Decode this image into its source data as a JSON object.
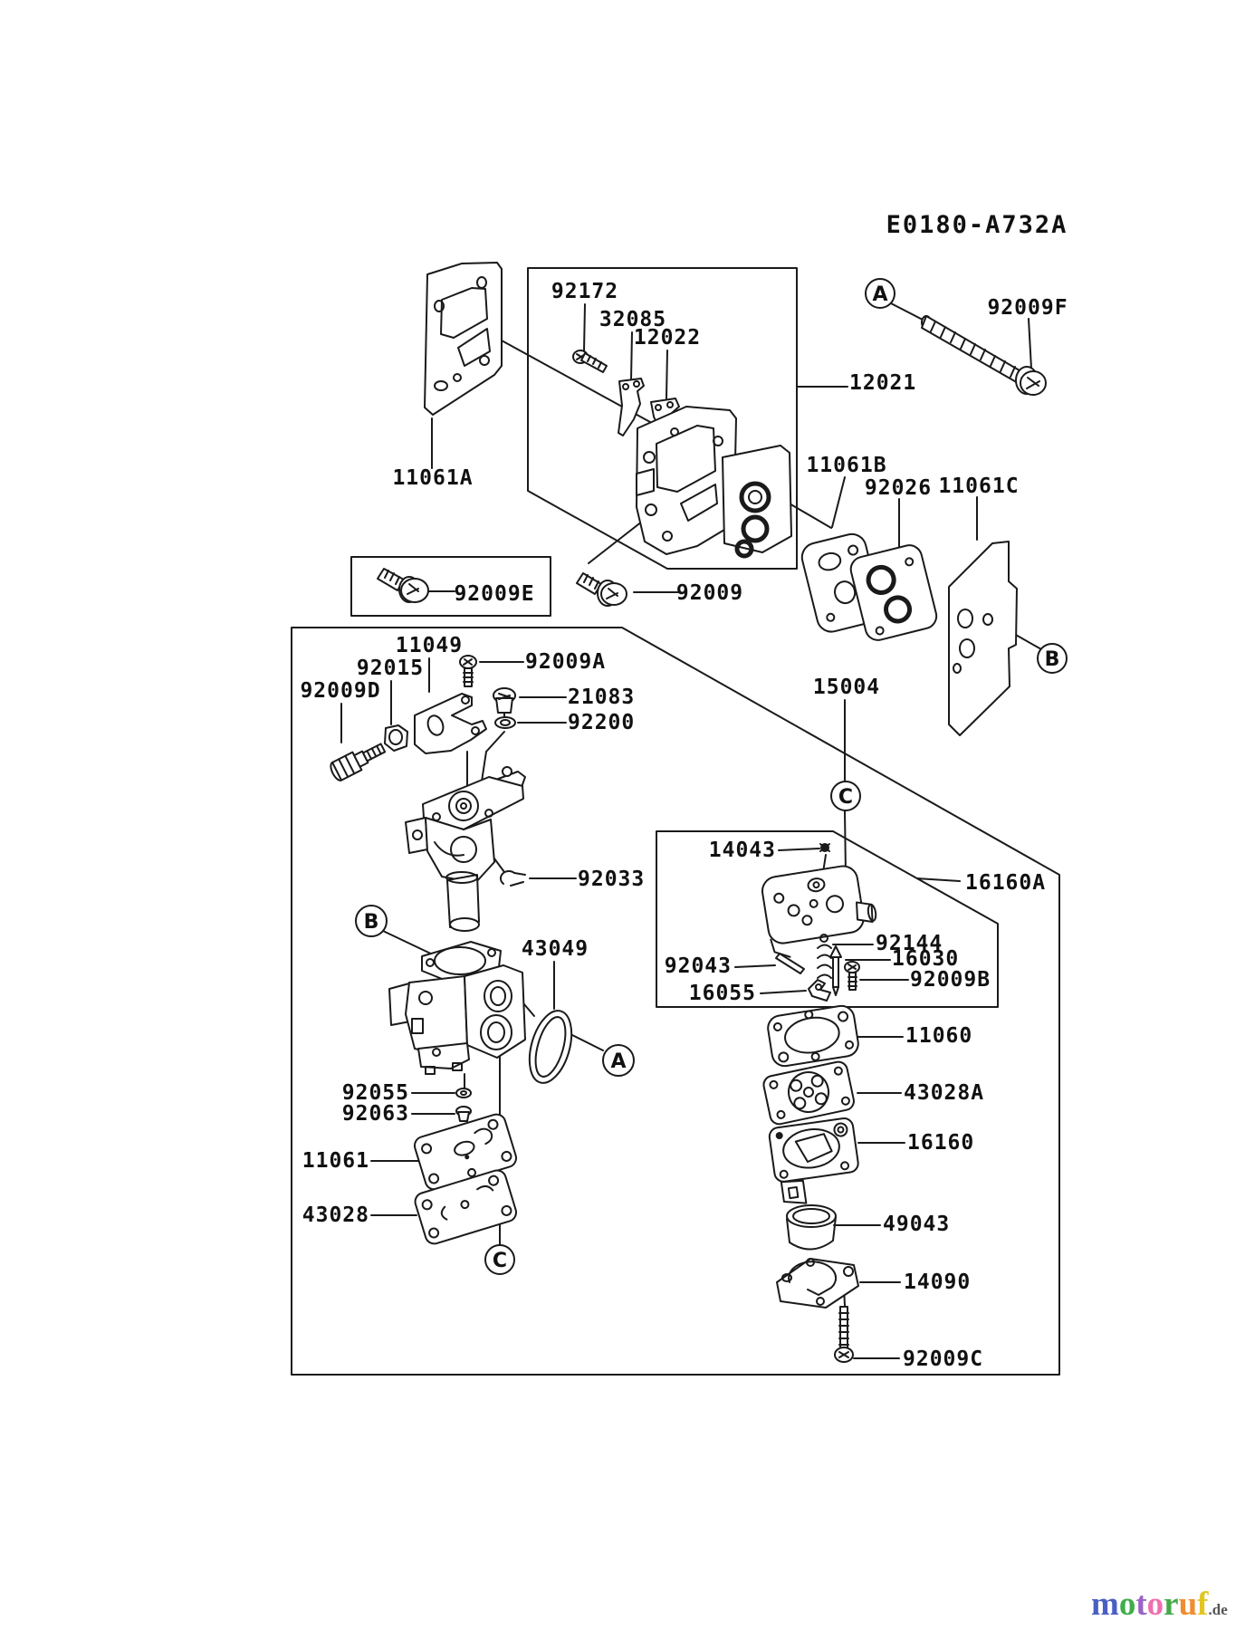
{
  "diagram": {
    "code": "E0180-A732A",
    "connectors": {
      "a": "A",
      "b": "B",
      "c": "C"
    },
    "part_labels": {
      "p92172": "92172",
      "p32085": "32085",
      "p12022": "12022",
      "p12021": "12021",
      "p92009F": "92009F",
      "p11061A": "11061A",
      "p11061B": "11061B",
      "p92026": "92026",
      "p11061C": "11061C",
      "p92009E": "92009E",
      "p92009": "92009",
      "p11049": "11049",
      "p92015": "92015",
      "p92009D": "92009D",
      "p92009A": "92009A",
      "p21083": "21083",
      "p92200": "92200",
      "p92033": "92033",
      "p15004": "15004",
      "p43049": "43049",
      "p92055": "92055",
      "p92063": "92063",
      "p11061": "11061",
      "p43028": "43028",
      "p14043": "14043",
      "p16160A": "16160A",
      "p92144": "92144",
      "p16030": "16030",
      "p92009B": "92009B",
      "p92043": "92043",
      "p16055": "16055",
      "p11060": "11060",
      "p43028A": "43028A",
      "p16160": "16160",
      "p49043": "49043",
      "p14090": "14090",
      "p92009C": "92009C"
    }
  },
  "watermark": {
    "letters": [
      {
        "ch": "m",
        "color": "#4a5fc4"
      },
      {
        "ch": "o",
        "color": "#3fae49"
      },
      {
        "ch": "t",
        "color": "#9a63c8"
      },
      {
        "ch": "o",
        "color": "#ef6fb0"
      },
      {
        "ch": "r",
        "color": "#44a948"
      },
      {
        "ch": "u",
        "color": "#ef8d31"
      },
      {
        "ch": "f",
        "color": "#e2c522"
      }
    ],
    "suffix": ".de",
    "suffix_color": "#555555"
  }
}
